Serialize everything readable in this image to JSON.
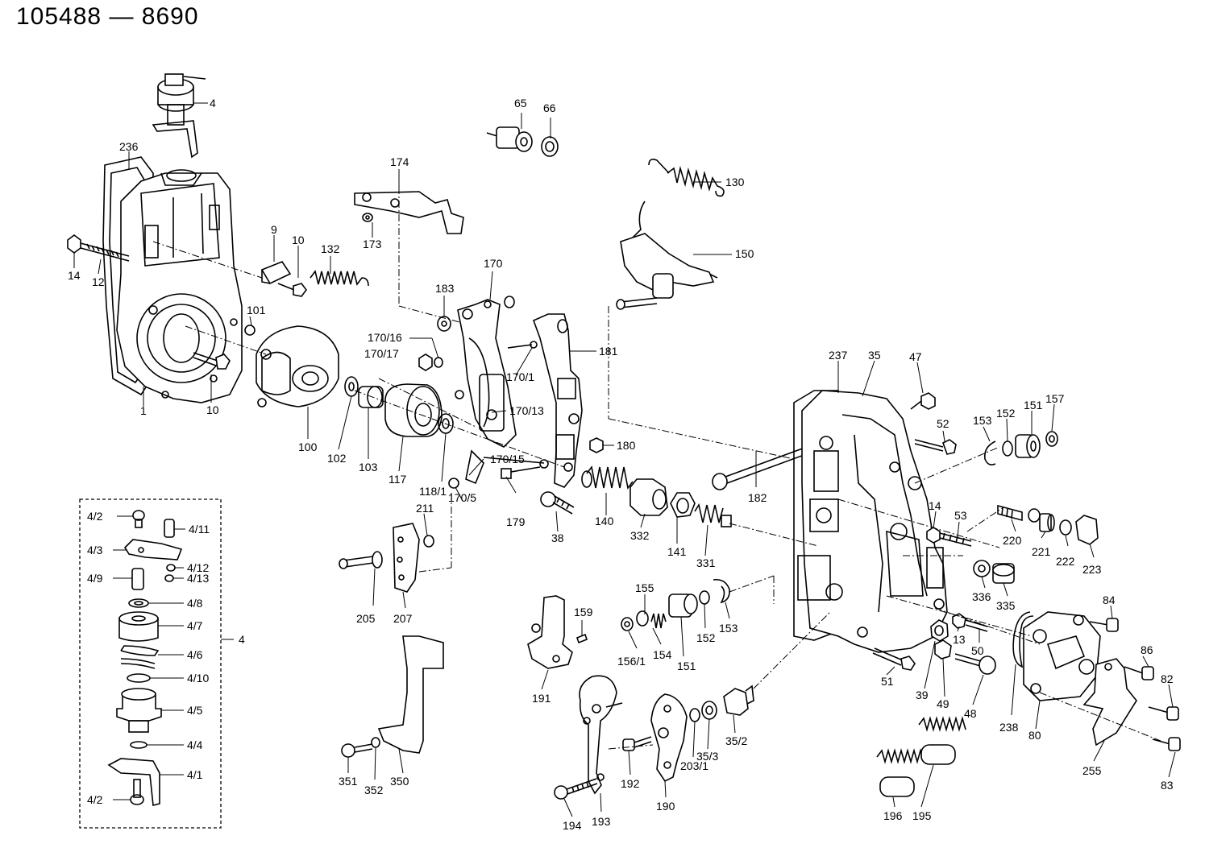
{
  "title": "105488 — 8690",
  "labels": {
    "p4_top": "4",
    "p236": "236",
    "p14a": "14",
    "p12": "12",
    "p1": "1",
    "p10a": "10",
    "p9": "9",
    "p10b": "10",
    "p132": "132",
    "p101": "101",
    "p100": "100",
    "p102": "102",
    "p103": "103",
    "p117": "117",
    "p118_1": "118/1",
    "p65": "65",
    "p66": "66",
    "p174": "174",
    "p173": "173",
    "p130": "130",
    "p150": "150",
    "p170": "170",
    "p183": "183",
    "p170_16": "170/16",
    "p170_17": "170/17",
    "p181": "181",
    "p170_1": "170/1",
    "p170_13": "170/13",
    "p180": "180",
    "p170_15": "170/15",
    "p179": "179",
    "p170_5": "170/5",
    "p211": "211",
    "p38": "38",
    "p140": "140",
    "p332": "332",
    "p141": "141",
    "p331": "331",
    "p182": "182",
    "p237": "237",
    "p35": "35",
    "p47": "47",
    "p52": "52",
    "p153a": "153",
    "p152a": "152",
    "p151a": "151",
    "p157": "157",
    "p14b": "14",
    "p53": "53",
    "p220": "220",
    "p221": "221",
    "p222": "222",
    "p223": "223",
    "p336": "336",
    "p335": "335",
    "p84": "84",
    "p205": "205",
    "p207": "207",
    "p155": "155",
    "p159": "159",
    "p154": "154",
    "p156_1": "156/1",
    "p151b": "151",
    "p152b": "152",
    "p153b": "153",
    "p191": "191",
    "p13": "13",
    "p50": "50",
    "p86": "86",
    "p82": "82",
    "p51": "51",
    "p39": "39",
    "p49": "49",
    "p48": "48",
    "p238": "238",
    "p80": "80",
    "p83": "83",
    "p255": "255",
    "p203_1": "203/1",
    "p35_3": "35/3",
    "p35_2": "35/2",
    "p190": "190",
    "p192": "192",
    "p193": "193",
    "p194": "194",
    "p350": "350",
    "p351": "351",
    "p352": "352",
    "p196": "196",
    "p195": "195"
  },
  "inset": {
    "group_label": "4",
    "items": [
      "4/2",
      "4/11",
      "4/3",
      "4/12",
      "4/9",
      "4/13",
      "4/8",
      "4/7",
      "4/6",
      "4/10",
      "4/5",
      "4/4",
      "4/1",
      "4/2"
    ]
  }
}
